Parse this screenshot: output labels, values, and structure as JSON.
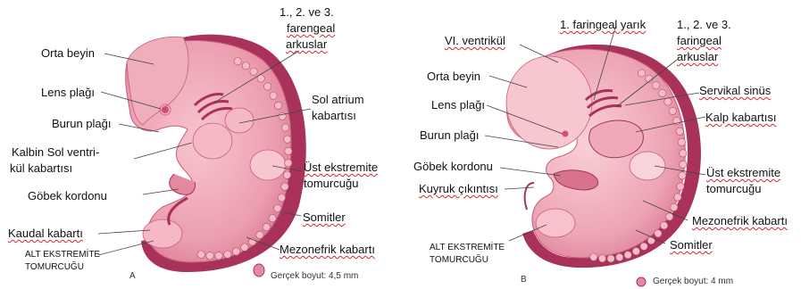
{
  "panel_a": {
    "letter": "A",
    "labels": {
      "midbrain": "Orta beyin",
      "lens": "Lens plağı",
      "nasal": "Burun plağı",
      "heart_ventricle_1": "Kalbin Sol ventri-",
      "heart_ventricle_2": "kül kabartısı",
      "umbilical": "Göbek kordonu",
      "caudal": "Kaudal kabartı",
      "lower_limb_1": "ALT EKSTREMİTE",
      "lower_limb_2": "TOMURCUĞU",
      "arches_1": "1., 2. ve 3.",
      "arches_2": "farengeal",
      "arches_3": "arkuslar",
      "atrium_1": "Sol atrium",
      "atrium_2": "kabartısı",
      "upper_limb_1": "Üst ekstremite",
      "upper_limb_2": "tomurcuğu",
      "somites": "Somitler",
      "mesonephric": "Mezonefrik kabartı"
    },
    "size_note": "Gerçek boyut: 4,5 mm"
  },
  "panel_b": {
    "letter": "B",
    "labels": {
      "ventricle": "VI. ventrikül",
      "midbrain": "Orta beyin",
      "lens": "Lens plağı",
      "nasal": "Burun plağı",
      "umbilical": "Göbek kordonu",
      "tail": "Kuyruk çıkıntısı",
      "lower_limb_1": "ALT EKSTREMİTE",
      "lower_limb_2": "TOMURCUĞU",
      "pharyngeal_groove": "1. faringeal yarık",
      "arches_1": "1., 2. ve 3.",
      "arches_2": "faringeal",
      "arches_3": "arkuslar",
      "cervical_sinus": "Servikal sinüs",
      "heart": "Kalp kabartısı",
      "upper_limb_1": "Üst ekstremite",
      "upper_limb_2": "tomurcuğu",
      "mesonephric": "Mezonefrik kabartı",
      "somites": "Somitler"
    },
    "size_note": "Gerçek boyut: 4 mm"
  },
  "colors": {
    "embryo_fill": "#eea7b4",
    "embryo_dark": "#a8325a",
    "somite": "#f3bcc6",
    "leader_line": "#444444"
  }
}
